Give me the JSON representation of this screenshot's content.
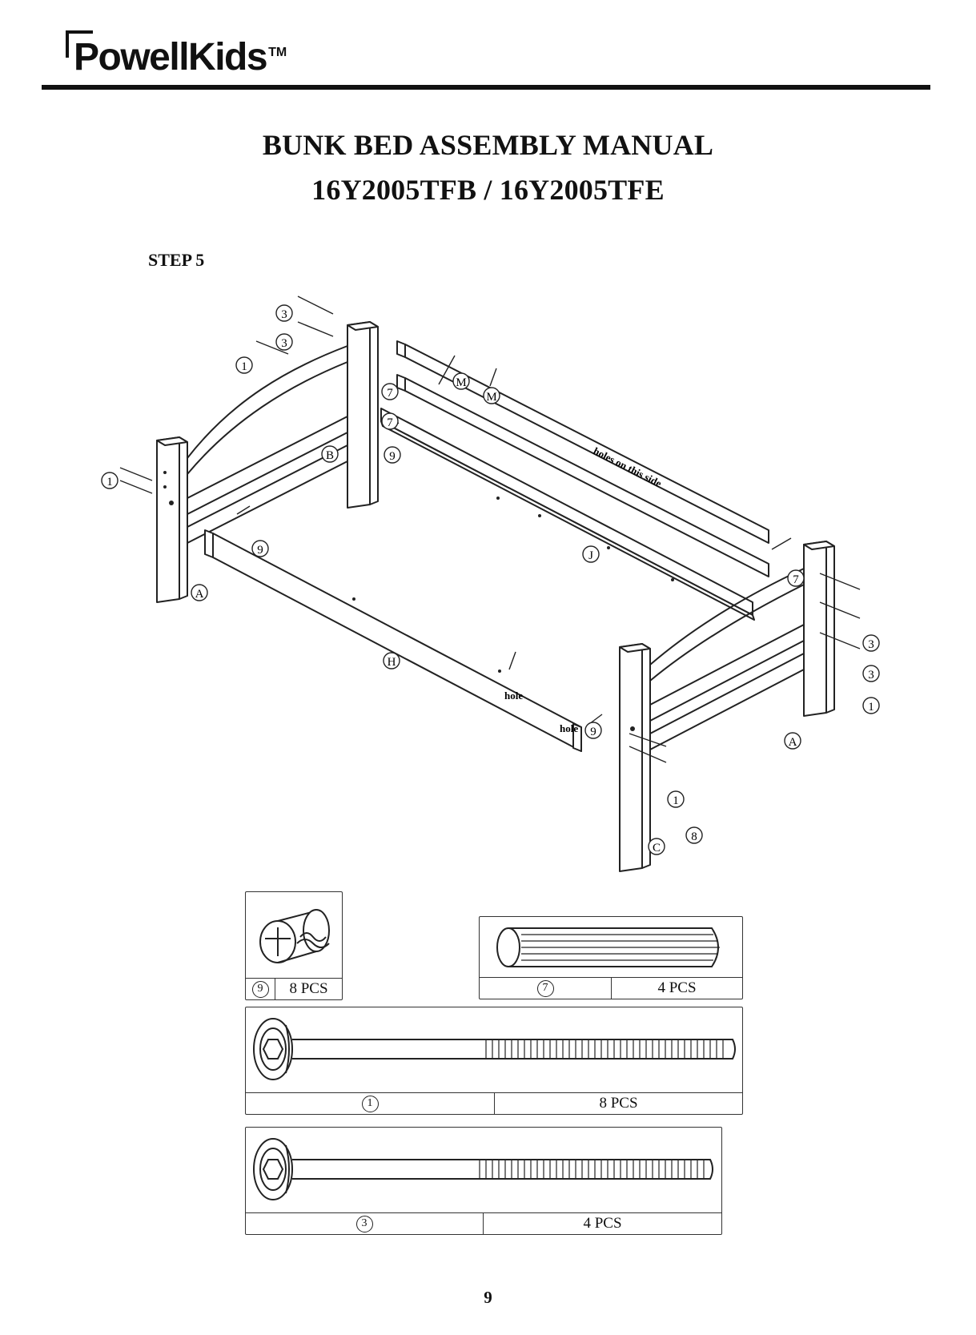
{
  "header": {
    "brand": "PowellKids",
    "brand_mark": "TM"
  },
  "title": {
    "line1": "BUNK BED ASSEMBLY MANUAL",
    "line2": "16Y2005TFB / 16Y2005TFE"
  },
  "step": {
    "label": "STEP 5"
  },
  "diagram": {
    "part_letters": {
      "A": "A",
      "B": "B",
      "C": "C",
      "H": "H",
      "J": "J",
      "M": "M"
    },
    "hardware_numbers": {
      "n1": "1",
      "n3": "3",
      "n7": "7",
      "n8": "8",
      "n9": "9"
    },
    "annotations": {
      "holes_on_this_side": "holes on this side",
      "hole": "hole"
    }
  },
  "parts": [
    {
      "id": "9",
      "number": "9",
      "qty": "8 PCS",
      "icon": "barrel-nut-icon"
    },
    {
      "id": "7",
      "number": "7",
      "qty": "4 PCS",
      "icon": "wood-dowel-icon"
    },
    {
      "id": "1",
      "number": "1",
      "qty": "8 PCS",
      "icon": "long-bolt-icon"
    },
    {
      "id": "3",
      "number": "3",
      "qty": "4 PCS",
      "icon": "short-bolt-icon"
    }
  ],
  "page": {
    "number": "9"
  }
}
